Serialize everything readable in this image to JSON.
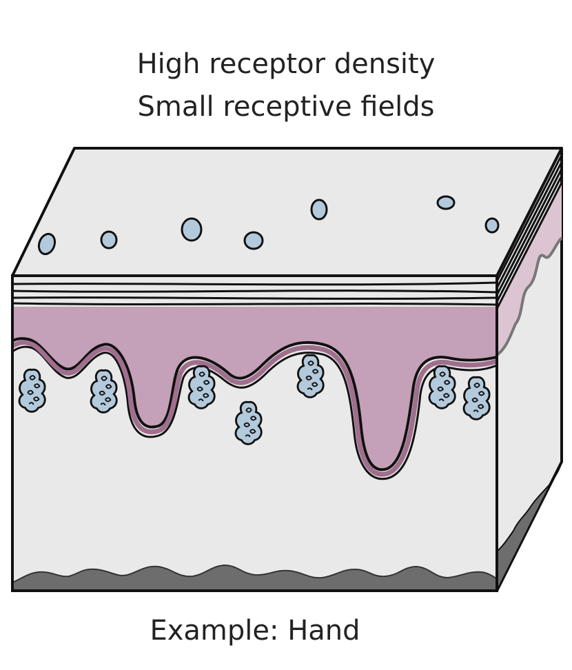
{
  "heading": {
    "line1": "High receptor density",
    "line2": "Small receptive fields"
  },
  "caption": "Example: Hand",
  "colors": {
    "skin_surface": "#e9e9e9",
    "dermal_papilla": "#c4a1b8",
    "receptor": "#b3c9dc",
    "subcutaneous": "#6d6d6d",
    "outline": "#111111"
  }
}
